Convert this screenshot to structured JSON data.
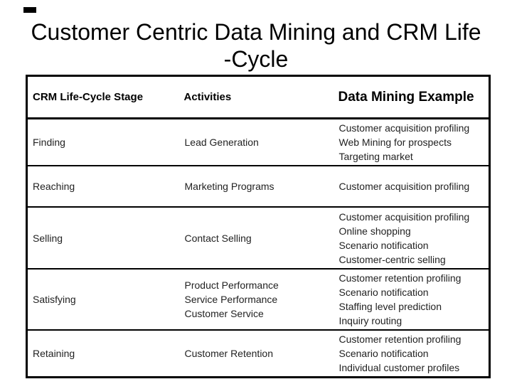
{
  "slide": {
    "title_line1": "Customer Centric Data Mining and CRM Life",
    "title_line2": "-Cycle"
  },
  "table": {
    "columns": {
      "stage": "CRM Life-Cycle Stage",
      "activities": "Activities",
      "examples": "Data Mining Example"
    },
    "rows": [
      {
        "stage": "Finding",
        "activities": "Lead Generation",
        "examples": "Customer acquisition profiling\nWeb Mining for prospects\nTargeting market"
      },
      {
        "stage": "Reaching",
        "activities": "Marketing Programs",
        "examples": "Customer acquisition profiling"
      },
      {
        "stage": "Selling",
        "activities": "Contact Selling",
        "examples": "Customer acquisition profiling\nOnline shopping\nScenario notification\nCustomer-centric selling"
      },
      {
        "stage": "Satisfying",
        "activities": "Product Performance\nService Performance\nCustomer Service",
        "examples": "Customer retention profiling\nScenario notification\nStaffing level prediction\nInquiry routing"
      },
      {
        "stage": "Retaining",
        "activities": "Customer Retention",
        "examples": "Customer retention profiling\nScenario notification\nIndividual customer profiles"
      }
    ]
  },
  "colors": {
    "background": "#ffffff",
    "title_text": "#000000",
    "header_text": "#000000",
    "body_text": "#222222",
    "table_border": "#000000"
  }
}
